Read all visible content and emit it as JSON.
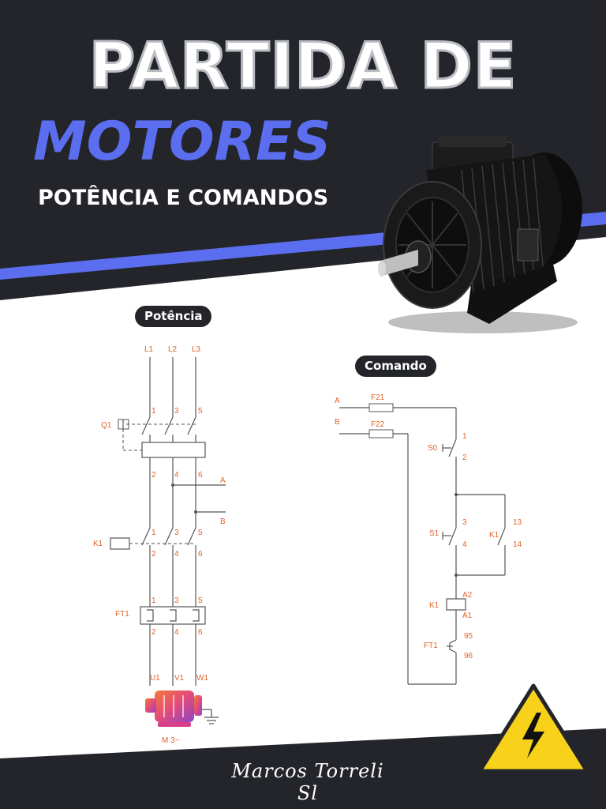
{
  "cover": {
    "title_line1": "PARTIDA DE",
    "title_line2": "MOTORES",
    "subtitle": "POTÊNCIA E COMANDOS",
    "author_signature": "Marcos Torreli Sl"
  },
  "sections": {
    "power_label": "Potência",
    "control_label": "Comando"
  },
  "power_diagram": {
    "lines": [
      "L1",
      "L2",
      "L3"
    ],
    "breaker": "Q1",
    "contactor": "K1",
    "overload_relay": "FT1",
    "terminals": [
      "1",
      "3",
      "5",
      "2",
      "4",
      "6"
    ],
    "taps": [
      "A",
      "B"
    ],
    "motor_terminals": [
      "U1",
      "V1",
      "W1"
    ],
    "motor": "M 3~"
  },
  "control_diagram": {
    "inputs": [
      "A",
      "B"
    ],
    "fuses": [
      "F21",
      "F22"
    ],
    "stop_button": {
      "name": "S0",
      "contacts": [
        "1",
        "2"
      ]
    },
    "start_button": {
      "name": "S1",
      "contacts": [
        "3",
        "4"
      ]
    },
    "hold_contact": {
      "name": "K1",
      "contacts": [
        "13",
        "14"
      ]
    },
    "coil": {
      "name": "K1",
      "terminals": [
        "A2",
        "A1"
      ]
    },
    "overload_contact": {
      "name": "FT1",
      "contacts": [
        "95",
        "96"
      ]
    }
  },
  "colors": {
    "dark_band": "#23252b",
    "accent_blue": "#5b6ef0",
    "label_orange": "#e2622a",
    "warning_yellow": "#f7d11a"
  }
}
